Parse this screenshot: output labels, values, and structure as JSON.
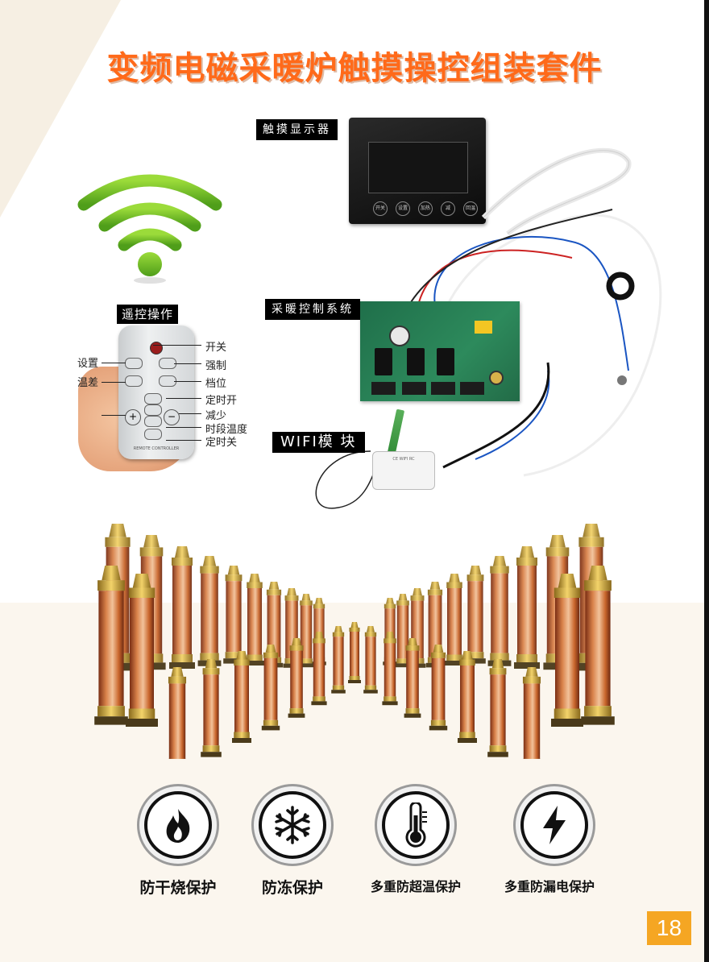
{
  "title": "变频电磁采暖炉触摸操控组装套件",
  "labels": {
    "touch_display": "触摸显示器",
    "control_system": "采暖控制系统",
    "wifi_module": "WIFI模 块",
    "remote_op": "遥控操作"
  },
  "display_buttons": [
    "开关",
    "设置",
    "加热",
    "减",
    "回温"
  ],
  "remote": {
    "left_labels": [
      "设置",
      "温差"
    ],
    "right_labels": [
      "开关",
      "强制",
      "档位",
      "定时开",
      "减少",
      "时段温度",
      "定时关"
    ],
    "caption": "REMOTE CONTROLLER",
    "plus": "+",
    "minus": "−"
  },
  "wifi_module_text": "CE  WIFI  RC",
  "features": [
    {
      "icon": "fire-icon",
      "label": "防干烧保护"
    },
    {
      "icon": "snowflake-icon",
      "label": "防冻保护"
    },
    {
      "icon": "thermometer-icon",
      "label": "多重防超温保护"
    },
    {
      "icon": "lightning-icon",
      "label": "多重防漏电保护"
    }
  ],
  "page_number": "18",
  "colors": {
    "title": "#ff6a1a",
    "page_badge": "#f5a623",
    "wifi_green": "#7cc52a"
  }
}
